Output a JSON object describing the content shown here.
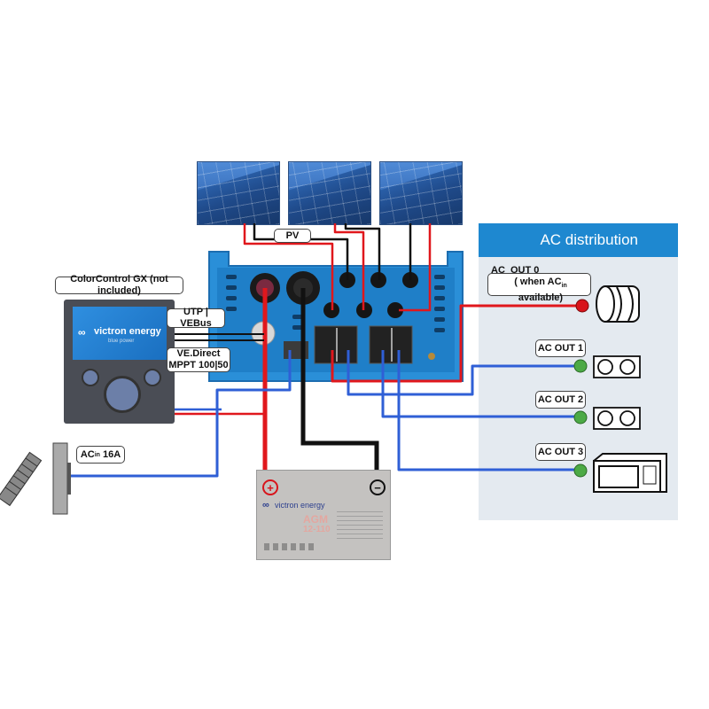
{
  "diagram": {
    "title": "Victron EasySolar system wiring diagram",
    "labels": {
      "colorcontrol": "ColorControl GX (not included)",
      "utp_vebus": "UTP | VEBus",
      "vedirect_line1": "VE.Direct",
      "vedirect_line2": "MPPT 100|50",
      "pv": "PV",
      "ac_in_prefix": "AC",
      "ac_in_sub": "in",
      "ac_in_suffix": " 16A"
    },
    "ac_distribution": {
      "header": "AC distribution",
      "outputs": [
        {
          "line1": "AC  OUT 0",
          "line2_prefix": "( when AC",
          "line2_sub": "in",
          "line2_suffix": " available)",
          "load": "generator-drum",
          "dot_color": "#d8141b"
        },
        {
          "line1": "AC OUT 1",
          "load": "double-socket",
          "dot_color": "#4caa46"
        },
        {
          "line1": "AC OUT 2",
          "load": "double-socket",
          "dot_color": "#4caa46"
        },
        {
          "line1": "AC OUT 3",
          "load": "microwave",
          "dot_color": "#4caa46"
        }
      ]
    },
    "devices": {
      "gx_screen_brand": "victron energy",
      "gx_screen_tagline": "blue power",
      "battery_brand": "victron energy",
      "battery_type": "AGM",
      "battery_rating": "12-110",
      "battery_plus": "+",
      "battery_minus": "−"
    },
    "colors": {
      "positive_wire": "#e0171c",
      "negative_wire": "#111111",
      "ac_wire": "#2f5fd6",
      "inverter_body": "#2a8fd8",
      "header_blue": "#1e88d0"
    }
  }
}
